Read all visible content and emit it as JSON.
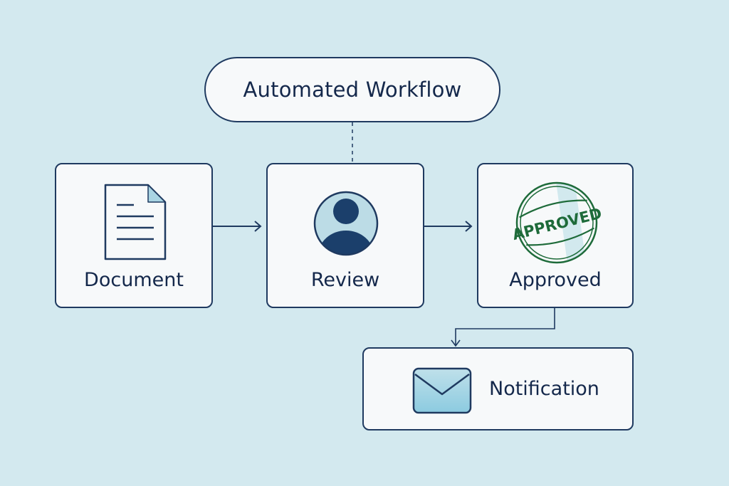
{
  "diagram": {
    "title": "Automated Workflow",
    "steps": [
      {
        "id": "document",
        "label": "Document",
        "icon": "document-icon"
      },
      {
        "id": "review",
        "label": "Review",
        "icon": "user-avatar-icon"
      },
      {
        "id": "approved",
        "label": "Approved",
        "icon": "approved-stamp-icon",
        "stamp_text": "APPROVED"
      },
      {
        "id": "notification",
        "label": "Notification",
        "icon": "envelope-icon"
      }
    ],
    "connections": [
      {
        "from": "title",
        "to": "review",
        "style": "dashed"
      },
      {
        "from": "document",
        "to": "review",
        "style": "arrow"
      },
      {
        "from": "review",
        "to": "approved",
        "style": "arrow"
      },
      {
        "from": "approved",
        "to": "notification",
        "style": "elbow-arrow"
      }
    ],
    "colors": {
      "background": "#d3e9ef",
      "card": "#f7f9fa",
      "stroke": "#1f3a60",
      "text": "#14284b",
      "accent_light": "#a9d4e3",
      "avatar_fill": "#1b3f6b",
      "stamp_green": "#1e6b3a"
    }
  }
}
